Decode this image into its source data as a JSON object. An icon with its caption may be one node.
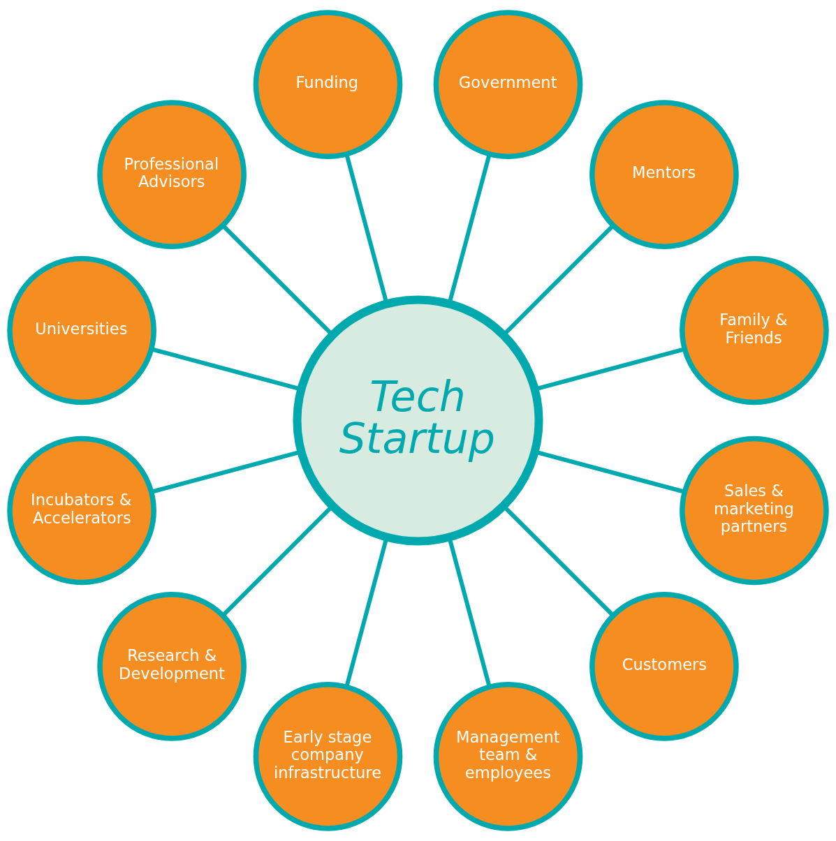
{
  "diagram": {
    "nodes": [
      {
        "text": [
          "Tech Startup"
        ]
      },
      {
        "text": [
          "Family & Friends"
        ]
      },
      {
        "text": [
          "Mentors"
        ]
      },
      {
        "text": [
          "Government"
        ]
      },
      {
        "text": [
          "Funding"
        ]
      },
      {
        "text": [
          "Professional Advisors"
        ]
      },
      {
        "text": [
          "Universities"
        ]
      },
      {
        "text": [
          "Incubators & Accelerators"
        ]
      },
      {
        "text": [
          "Research & Development"
        ]
      },
      {
        "text": [
          "Early stage company infrastructure"
        ]
      },
      {
        "text": [
          "Management team & employees"
        ]
      },
      {
        "text": [
          "Customers"
        ]
      },
      {
        "text": [
          "Sales & marketing partners"
        ]
      }
    ],
    "edges": [
      {
        "from": 0,
        "to": 1,
        "arrow": "none"
      },
      {
        "from": 0,
        "to": 2,
        "arrow": "none"
      },
      {
        "from": 0,
        "to": 3,
        "arrow": "none"
      },
      {
        "from": 0,
        "to": 4,
        "arrow": "none"
      },
      {
        "from": 0,
        "to": 5,
        "arrow": "none"
      },
      {
        "from": 0,
        "to": 6,
        "arrow": "none"
      },
      {
        "from": 0,
        "to": 7,
        "arrow": "none"
      },
      {
        "from": 0,
        "to": 8,
        "arrow": "none"
      },
      {
        "from": 0,
        "to": 9,
        "arrow": "none"
      },
      {
        "from": 0,
        "to": 10,
        "arrow": "none"
      },
      {
        "from": 0,
        "to": 11,
        "arrow": "none"
      },
      {
        "from": 0,
        "to": 12,
        "arrow": "none"
      }
    ]
  }
}
